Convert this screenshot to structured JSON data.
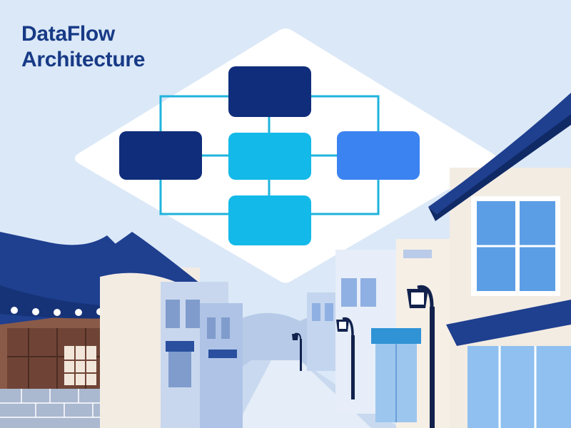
{
  "title": {
    "line1": "DataFlow",
    "line2": "Architecture"
  },
  "colors": {
    "title": "#173a86",
    "sky": "#dbe8f7",
    "panel": "#ffffff",
    "connector": "#1fb3dd",
    "node_navy": "#0f2d7a",
    "node_cyan": "#13b9e8",
    "node_blue": "#3b83f0",
    "roof": "#1f3f8f"
  },
  "diagram": {
    "nodes": [
      {
        "id": "top",
        "color": "node_navy"
      },
      {
        "id": "left",
        "color": "node_navy"
      },
      {
        "id": "center",
        "color": "node_cyan"
      },
      {
        "id": "right",
        "color": "node_blue"
      },
      {
        "id": "bottom",
        "color": "node_cyan"
      }
    ],
    "edges": [
      [
        "top",
        "center"
      ],
      [
        "left",
        "center"
      ],
      [
        "center",
        "right"
      ],
      [
        "center",
        "bottom"
      ],
      [
        "top",
        "left"
      ],
      [
        "top",
        "right"
      ],
      [
        "left",
        "bottom"
      ],
      [
        "right",
        "bottom"
      ]
    ]
  }
}
